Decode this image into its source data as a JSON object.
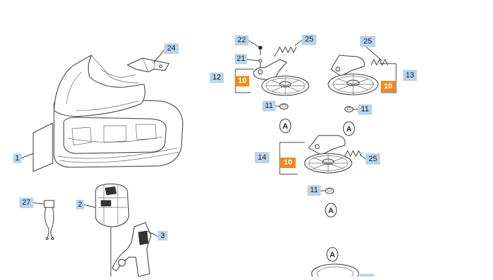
{
  "diagram": {
    "callouts": [
      {
        "id": "c1",
        "label": "1",
        "highlight": false
      },
      {
        "id": "c2",
        "label": "2",
        "highlight": false
      },
      {
        "id": "c3",
        "label": "3",
        "highlight": false
      },
      {
        "id": "c24",
        "label": "24",
        "highlight": false
      },
      {
        "id": "c27",
        "label": "27",
        "highlight": false
      },
      {
        "id": "c22",
        "label": "22",
        "highlight": false
      },
      {
        "id": "c21",
        "label": "21",
        "highlight": false
      },
      {
        "id": "c25a",
        "label": "25",
        "highlight": false
      },
      {
        "id": "c12",
        "label": "12",
        "highlight": false
      },
      {
        "id": "c10a",
        "label": "10",
        "highlight": true
      },
      {
        "id": "c11a",
        "label": "11",
        "highlight": false
      },
      {
        "id": "c25b",
        "label": "25",
        "highlight": false
      },
      {
        "id": "c13",
        "label": "13",
        "highlight": false
      },
      {
        "id": "c10b",
        "label": "10",
        "highlight": true
      },
      {
        "id": "c11b",
        "label": "11",
        "highlight": false
      },
      {
        "id": "c14",
        "label": "14",
        "highlight": false
      },
      {
        "id": "c10c",
        "label": "10",
        "highlight": true
      },
      {
        "id": "c25c",
        "label": "25",
        "highlight": false
      },
      {
        "id": "c11c",
        "label": "11",
        "highlight": false
      }
    ],
    "markers": [
      {
        "id": "m1",
        "label": "A"
      },
      {
        "id": "m2",
        "label": "A"
      },
      {
        "id": "m3",
        "label": "A"
      },
      {
        "id": "m4",
        "label": "A"
      }
    ],
    "colors": {
      "callout_bg": "#b9d4ea",
      "callout_highlight_bg": "#f08a1c",
      "line": "#444444"
    }
  }
}
